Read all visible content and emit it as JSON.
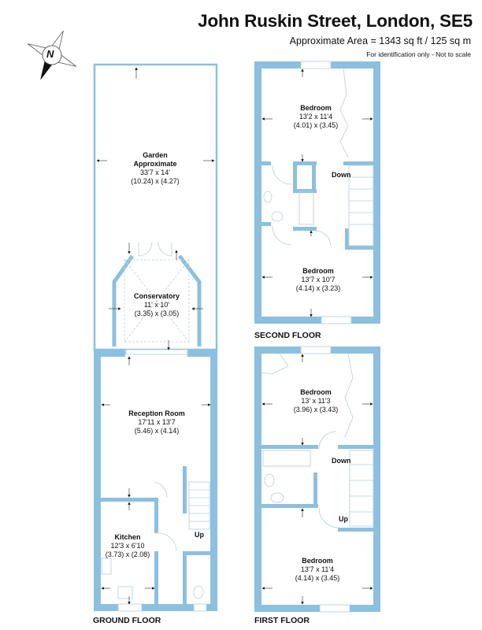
{
  "header": {
    "title": "John Ruskin Street, London, SE5",
    "area": "Approximate Area = 1343 sq ft / 125 sq m",
    "disclaimer": "For identification only - Not to scale"
  },
  "compass": {
    "icon": "north-compass-icon",
    "letter": "N"
  },
  "colors": {
    "wall": "#8cc0e0",
    "line": "#9fb8c8",
    "text": "#111111"
  },
  "floors": [
    {
      "name": "GROUND FLOOR",
      "rooms": [
        {
          "name": "Garden\nApproximate",
          "imperial": "33'7 x 14'",
          "metric": "(10.24) x (4.27)"
        },
        {
          "name": "Conservatory",
          "imperial": "11' x 10'",
          "metric": "(3.35) x (3.05)"
        },
        {
          "name": "Reception Room",
          "imperial": "17'11 x 13'7",
          "metric": "(5.46) x (4.14)"
        },
        {
          "name": "Kitchen",
          "imperial": "12'3 x 6'10",
          "metric": "(3.73) x (2.08)"
        }
      ],
      "stairs": "Up"
    },
    {
      "name": "FIRST FLOOR",
      "rooms": [
        {
          "name": "Bedroom",
          "imperial": "13' x 11'3",
          "metric": "(3.96) x (3.43)"
        },
        {
          "name": "Bedroom",
          "imperial": "13'7 x 11'4",
          "metric": "(4.14) x (3.45)"
        }
      ],
      "stairs_down": "Down",
      "stairs_up": "Up"
    },
    {
      "name": "SECOND FLOOR",
      "rooms": [
        {
          "name": "Bedroom",
          "imperial": "13'2 x 11'4",
          "metric": "(4.01) x (3.45)"
        },
        {
          "name": "Bedroom",
          "imperial": "13'7 x 10'7",
          "metric": "(4.14) x (3.23)"
        }
      ],
      "stairs_down": "Down"
    }
  ]
}
